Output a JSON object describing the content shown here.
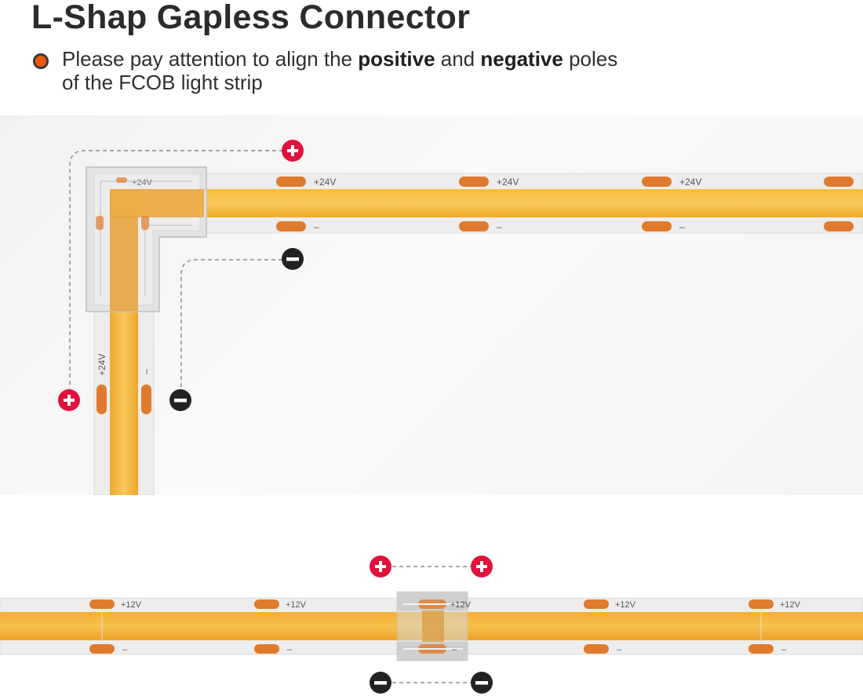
{
  "header": {
    "title": "L-Shap Gapless Connector"
  },
  "note": {
    "text_1": "Please pay attention to align the ",
    "bold_1": "positive",
    "text_2": " and ",
    "bold_2": "negative",
    "text_3": " poles",
    "line_2": "of the FCOB light strip"
  },
  "l_diagram": {
    "connector_label": "+24V",
    "horizontal_positive_labels": [
      "+24V",
      "+24V",
      "+24V"
    ],
    "horizontal_negative_labels": [
      "–",
      "–",
      "–"
    ],
    "vertical_positive_label": "+24V",
    "vertical_negative_label": "–"
  },
  "straight_diagram": {
    "positive_labels": [
      "+12V",
      "+12V",
      "+12V",
      "+12V",
      "+12V"
    ],
    "negative_labels": [
      "–",
      "–",
      "–",
      "–",
      "–"
    ]
  },
  "colors": {
    "strip_core": "#f5b233",
    "pad": "#e07a2c",
    "positive": "#e0123d",
    "negative": "#222222"
  }
}
